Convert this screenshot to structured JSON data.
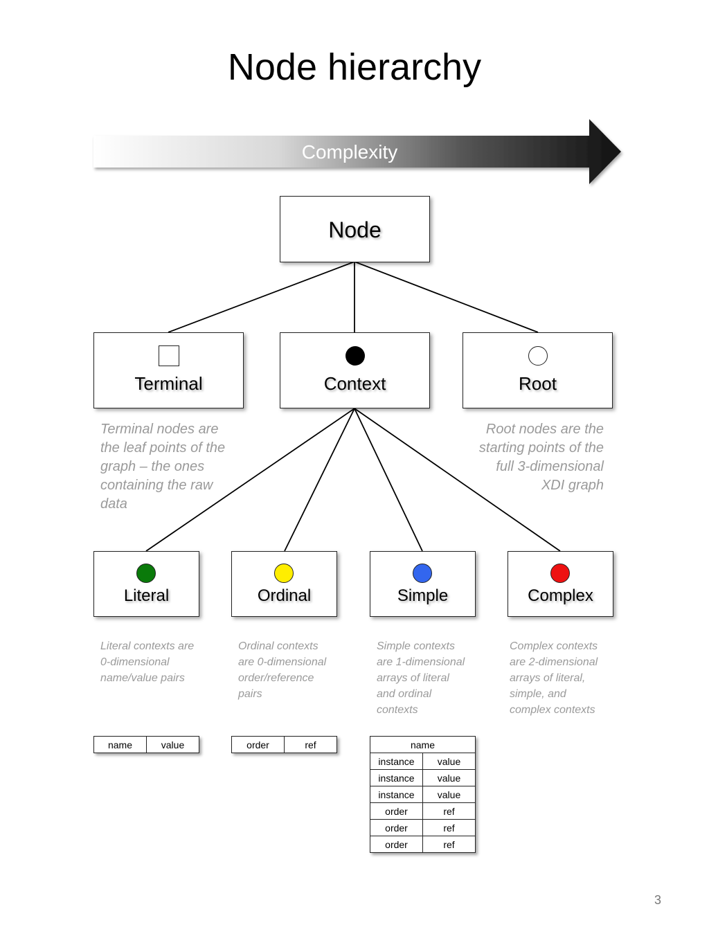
{
  "title": "Node hierarchy",
  "arrow": {
    "label": "Complexity",
    "gradient_from": "#ffffff",
    "gradient_to": "#111111"
  },
  "nodes": {
    "node": {
      "label": "Node"
    },
    "terminal": {
      "label": "Terminal",
      "symbol": "square-icon"
    },
    "context": {
      "label": "Context",
      "symbol": "filled-circle-icon"
    },
    "root": {
      "label": "Root",
      "symbol": "open-circle-icon"
    },
    "literal": {
      "label": "Literal",
      "color": "#0a7a0a"
    },
    "ordinal": {
      "label": "Ordinal",
      "color": "#ffee00"
    },
    "simple": {
      "label": "Simple",
      "color": "#3366ee"
    },
    "complex": {
      "label": "Complex",
      "color": "#ee1111"
    }
  },
  "descriptions": {
    "terminal": [
      "Terminal nodes are",
      "the leaf points of the",
      "graph – the ones",
      "containing the raw",
      "data"
    ],
    "root": [
      "Root nodes are the",
      "starting points of the",
      "full 3-dimensional",
      "XDI graph"
    ],
    "literal": [
      "Literal contexts are",
      "0-dimensional",
      "name/value pairs"
    ],
    "ordinal": [
      "Ordinal contexts",
      "are 0-dimensional",
      "order/reference",
      "pairs"
    ],
    "simple": [
      "Simple contexts",
      "are 1-dimensional",
      "arrays of literal",
      "and ordinal",
      "contexts"
    ],
    "complex": [
      "Complex contexts",
      "are 2-dimensional",
      "arrays of literal,",
      "simple, and",
      "complex contexts"
    ]
  },
  "tables": {
    "literal": [
      "name",
      "value"
    ],
    "ordinal": [
      "order",
      "ref"
    ],
    "simple": {
      "header": "name",
      "rows": [
        [
          "instance",
          "value"
        ],
        [
          "instance",
          "value"
        ],
        [
          "instance",
          "value"
        ],
        [
          "order",
          "ref"
        ],
        [
          "order",
          "ref"
        ],
        [
          "order",
          "ref"
        ]
      ]
    }
  },
  "page_number": "3"
}
